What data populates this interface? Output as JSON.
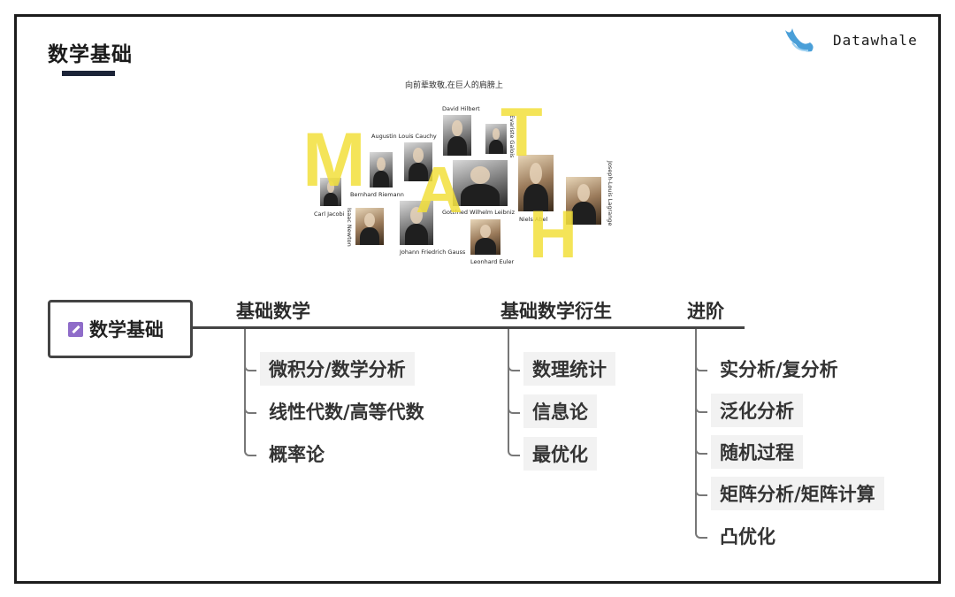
{
  "header": {
    "title": "数学基础"
  },
  "brand": {
    "name": "Datawhale",
    "logo_icon": "whale-logo-icon",
    "accent": "#4a9fd8"
  },
  "collage": {
    "caption": "向前辈致敬,在巨人的肩膀上",
    "letters": [
      "M",
      "A",
      "T",
      "H"
    ],
    "letter_color": "#f3e03b",
    "names": {
      "hilbert": "David Hilbert",
      "galois": "Evariste Galois",
      "cauchy": "Augustin Louis Cauchy",
      "riemann": "Bernhard Riemann",
      "jacobi": "Carl Jacobi",
      "leibniz": "Gottfried Wilhelm Leibniz",
      "abel": "Niels Abel",
      "lagrange": "Joseph-Louis Lagrange",
      "newton": "Isaac Newton",
      "gauss": "Johann Friedrich Gauss",
      "euler": "Leonhard Euler"
    }
  },
  "mindmap": {
    "root": {
      "label": "数学基础",
      "icon": "edit-note-icon",
      "icon_color": "#8f6cc9"
    },
    "branches": [
      {
        "label": "基础数学",
        "items": [
          "微积分/数学分析",
          "线性代数/高等代数",
          "概率论"
        ]
      },
      {
        "label": "基础数学衍生",
        "items": [
          "数理统计",
          "信息论",
          "最优化"
        ]
      },
      {
        "label": "进阶",
        "items": [
          "实分析/复分析",
          "泛化分析",
          "随机过程",
          "矩阵分析/矩阵计算",
          "凸优化"
        ]
      }
    ]
  }
}
